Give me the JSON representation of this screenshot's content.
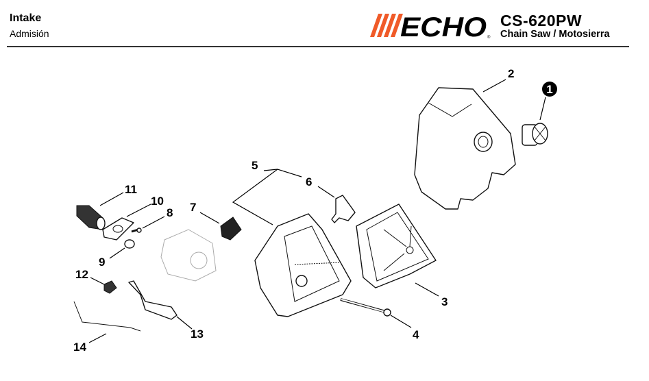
{
  "header": {
    "title": "Intake",
    "subtitle": "Admisión",
    "brand": "ECHO",
    "model": "CS-620PW",
    "description": "Chain Saw / Motosierra"
  },
  "colors": {
    "brand_orange": "#f05a28",
    "brand_black": "#000000"
  },
  "callouts": [
    "1",
    "2",
    "3",
    "4",
    "5",
    "6",
    "7",
    "8",
    "9",
    "10",
    "11",
    "12",
    "13",
    "14"
  ]
}
